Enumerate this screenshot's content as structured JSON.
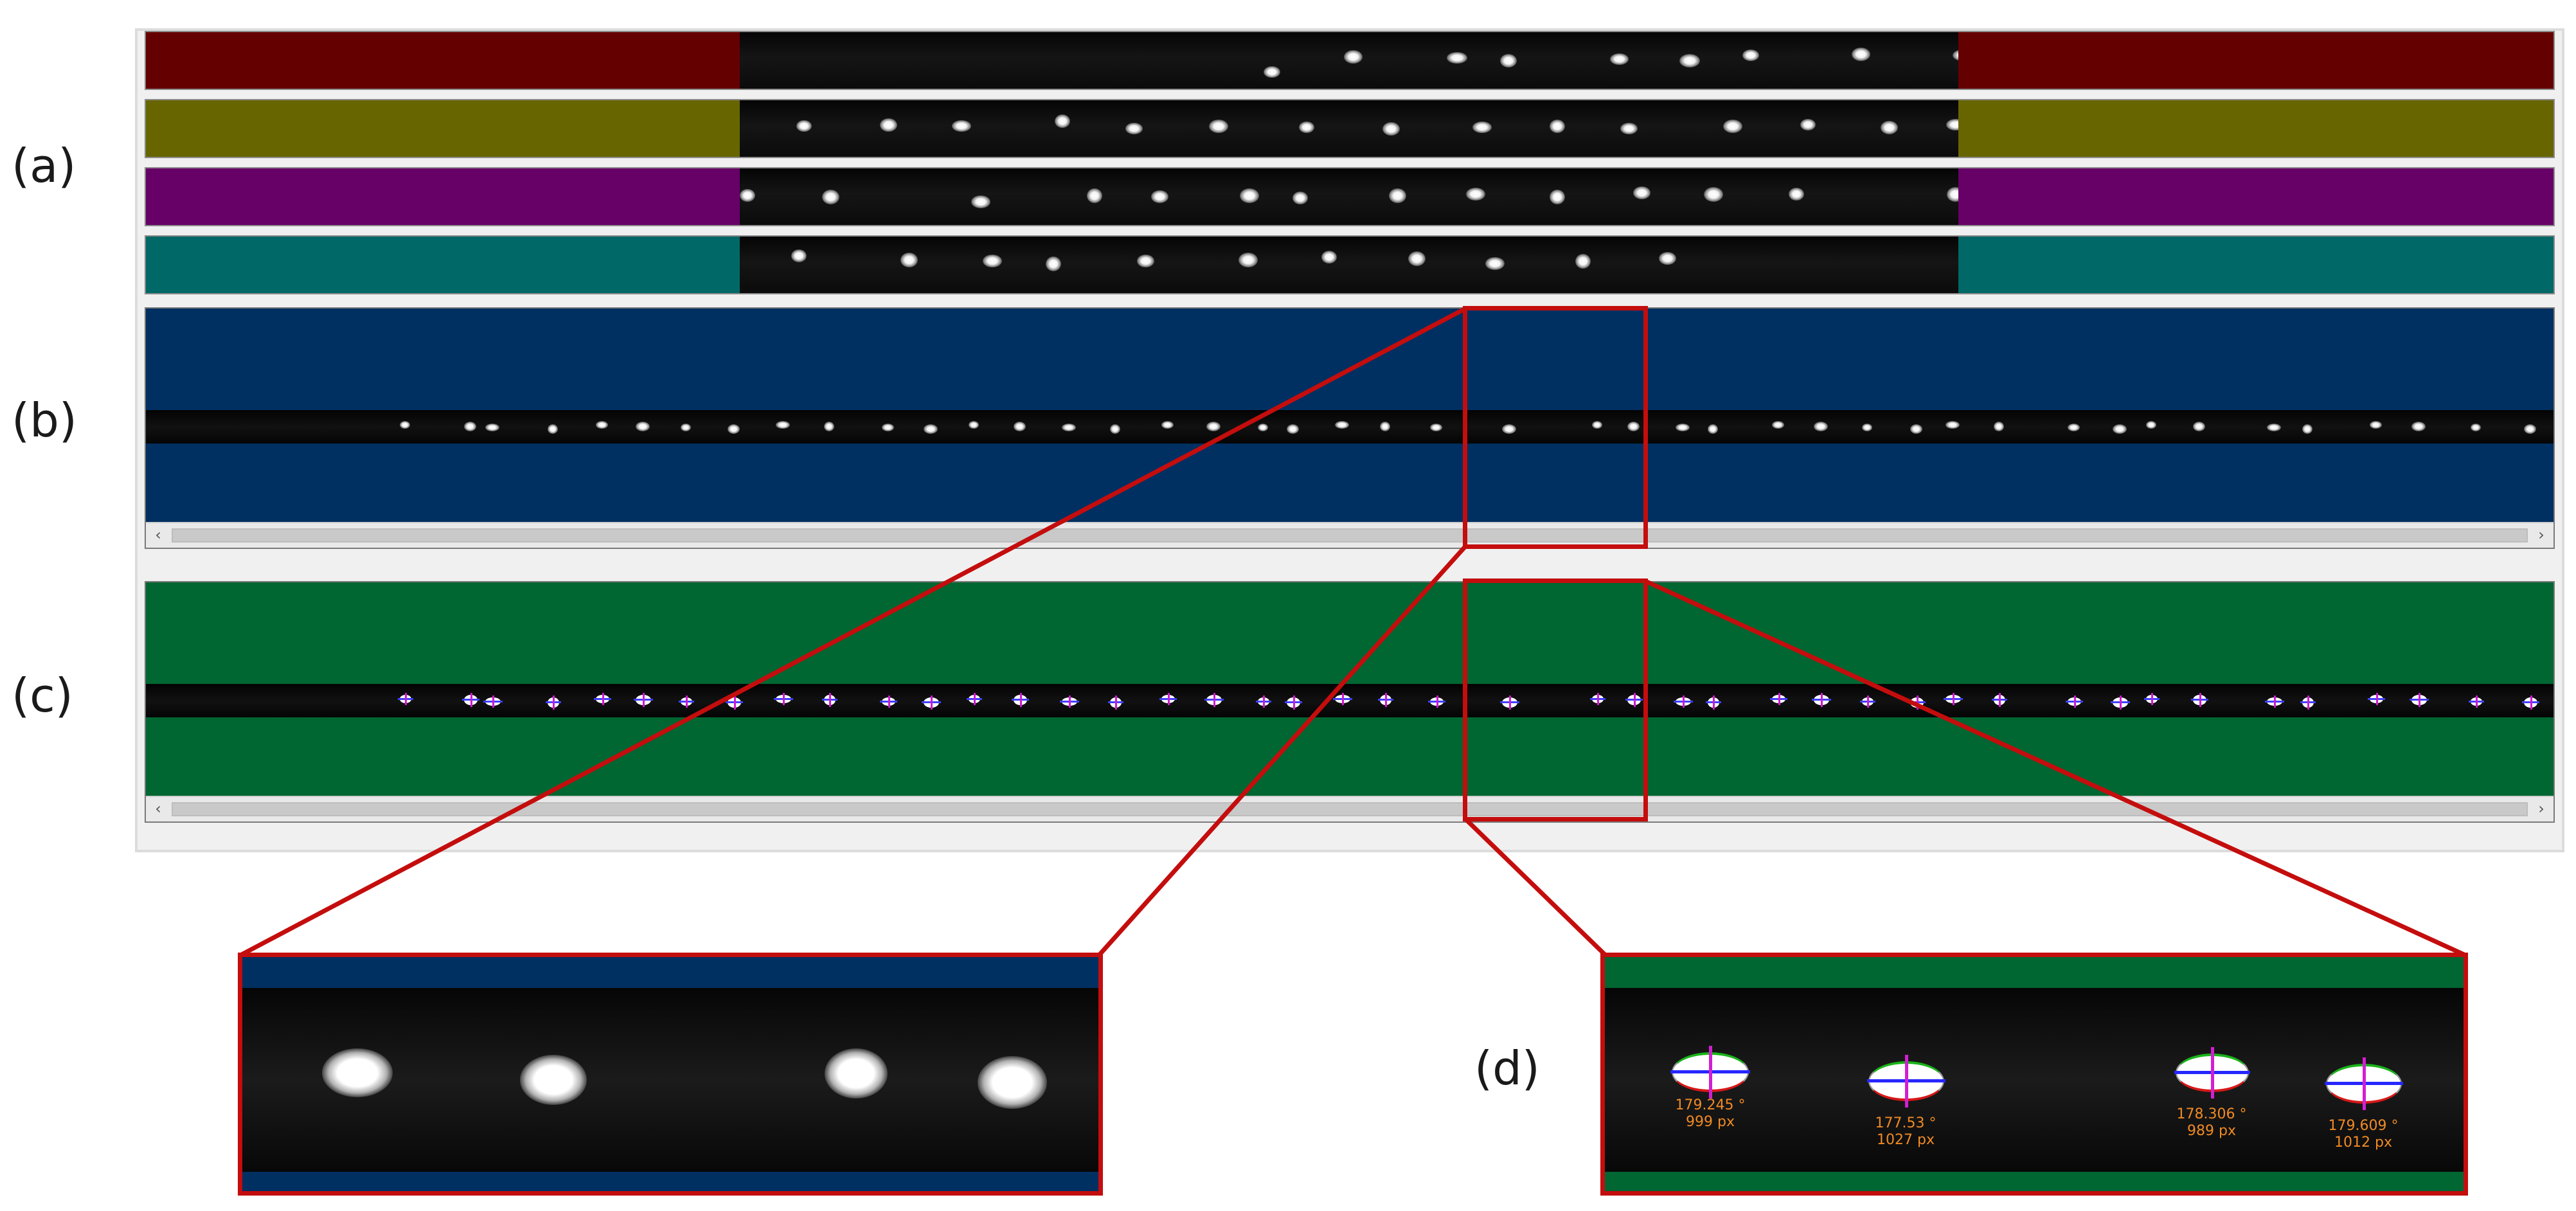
{
  "labels": {
    "a": "(a)",
    "b": "(b)",
    "c": "(c)",
    "d": "(d)"
  },
  "colors": {
    "strip1": "#650000",
    "strip2": "#676500",
    "strip3": "#670067",
    "strip4": "#006866",
    "view_b": "#002f62",
    "view_c": "#006632",
    "highlight": "#c40d0d",
    "measurement_text": "#f08a24"
  },
  "scrollbar": {
    "left_arrow": "‹",
    "right_arrow": "›"
  },
  "measurements": [
    {
      "angle": "179.245 °",
      "length": "999 px"
    },
    {
      "angle": "177.53 °",
      "length": "1027 px"
    },
    {
      "angle": "178.306 °",
      "length": "989 px"
    },
    {
      "angle": "179.609 °",
      "length": "1012 px"
    }
  ]
}
